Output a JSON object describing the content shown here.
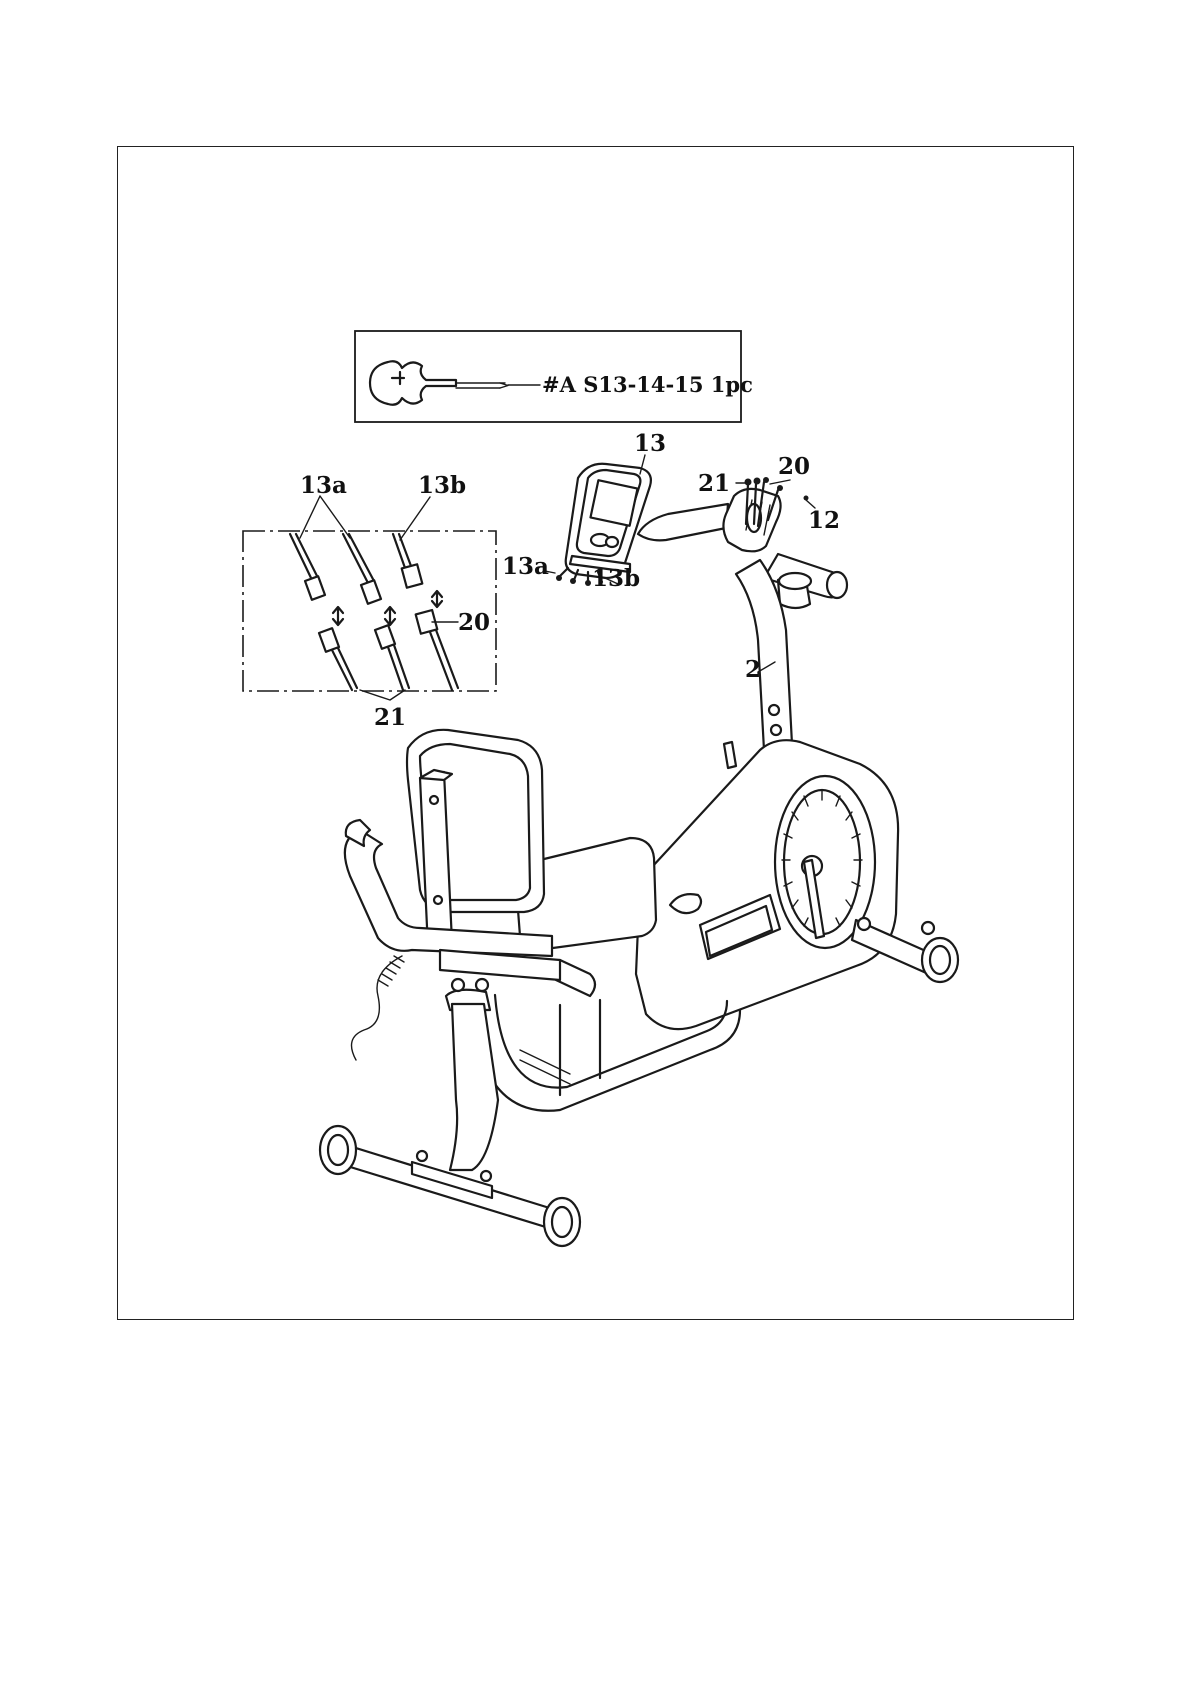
{
  "tool_box": {
    "label": "#A S13-14-15 1pc"
  },
  "callouts": {
    "console": "13",
    "wire_13a_top": "13a",
    "wire_13b_top": "13b",
    "wire_13a_console": "13a",
    "wire_13b_console": "13b",
    "bolt_21": "21",
    "wire_20_top": "20",
    "bolt_12": "12",
    "wire_20_detail": "20",
    "bolt_21_detail": "21",
    "upright_post": "2"
  }
}
